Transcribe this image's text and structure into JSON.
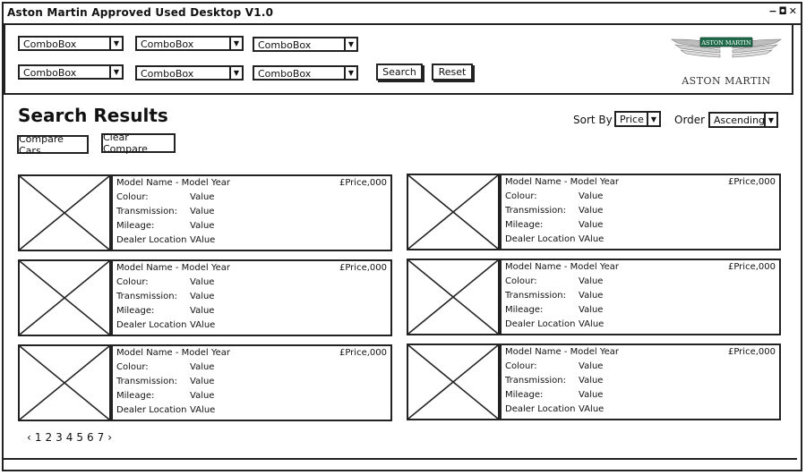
{
  "window": {
    "title": "Aston Martin Approved Used Desktop V1.0",
    "controls": [
      "−",
      "◘",
      "✕"
    ]
  },
  "filters": {
    "row1": [
      "ComboBox",
      "ComboBox",
      "ComboBox"
    ],
    "row2": [
      "ComboBox",
      "ComboBox",
      "ComboBox"
    ],
    "search_label": "Search",
    "reset_label": "Reset"
  },
  "logo": {
    "text": "ASTON MARTIN",
    "badge": "ASTON MARTIN"
  },
  "results": {
    "title": "Search Results",
    "compare_label": "Compare Cars",
    "clear_compare_label": "Clear Compare",
    "sort_by_label": "Sort By",
    "sort_by_value": "Price",
    "order_label": "Order",
    "order_value": "Ascending"
  },
  "cards": [
    {
      "title": "Model Name - Model Year",
      "price": "£Price,000",
      "fields": [
        {
          "k": "Colour:",
          "v": "Value"
        },
        {
          "k": "Transmission:",
          "v": "Value"
        },
        {
          "k": "Mileage:",
          "v": "Value"
        },
        {
          "k": "Dealer Location",
          "v": "VAlue"
        }
      ]
    },
    {
      "title": "Model Name - Model Year",
      "price": "£Price,000",
      "fields": [
        {
          "k": "Colour:",
          "v": "Value"
        },
        {
          "k": "Transmission:",
          "v": "Value"
        },
        {
          "k": "Mileage:",
          "v": "Value"
        },
        {
          "k": "Dealer Location",
          "v": "VAlue"
        }
      ]
    },
    {
      "title": "Model Name - Model Year",
      "price": "£Price,000",
      "fields": [
        {
          "k": "Colour:",
          "v": "Value"
        },
        {
          "k": "Transmission:",
          "v": "Value"
        },
        {
          "k": "Mileage:",
          "v": "Value"
        },
        {
          "k": "Dealer Location",
          "v": "VAlue"
        }
      ]
    },
    {
      "title": "Model Name - Model Year",
      "price": "£Price,000",
      "fields": [
        {
          "k": "Colour:",
          "v": "Value"
        },
        {
          "k": "Transmission:",
          "v": "Value"
        },
        {
          "k": "Mileage:",
          "v": "Value"
        },
        {
          "k": "Dealer Location",
          "v": "VAlue"
        }
      ]
    },
    {
      "title": "Model Name - Model Year",
      "price": "£Price,000",
      "fields": [
        {
          "k": "Colour:",
          "v": "Value"
        },
        {
          "k": "Transmission:",
          "v": "Value"
        },
        {
          "k": "Mileage:",
          "v": "Value"
        },
        {
          "k": "Dealer Location",
          "v": "VAlue"
        }
      ]
    },
    {
      "title": "Model Name - Model Year",
      "price": "£Price,000",
      "fields": [
        {
          "k": "Colour:",
          "v": "Value"
        },
        {
          "k": "Transmission:",
          "v": "Value"
        },
        {
          "k": "Mileage:",
          "v": "Value"
        },
        {
          "k": "Dealer Location",
          "v": "VAlue"
        }
      ]
    }
  ],
  "pagination": {
    "prev": "‹",
    "pages": [
      "1",
      "2",
      "3",
      "4",
      "5",
      "6",
      "7"
    ],
    "next": "›"
  },
  "colors": {
    "badge_green": "#1f6b4a",
    "ink": "#222222"
  }
}
